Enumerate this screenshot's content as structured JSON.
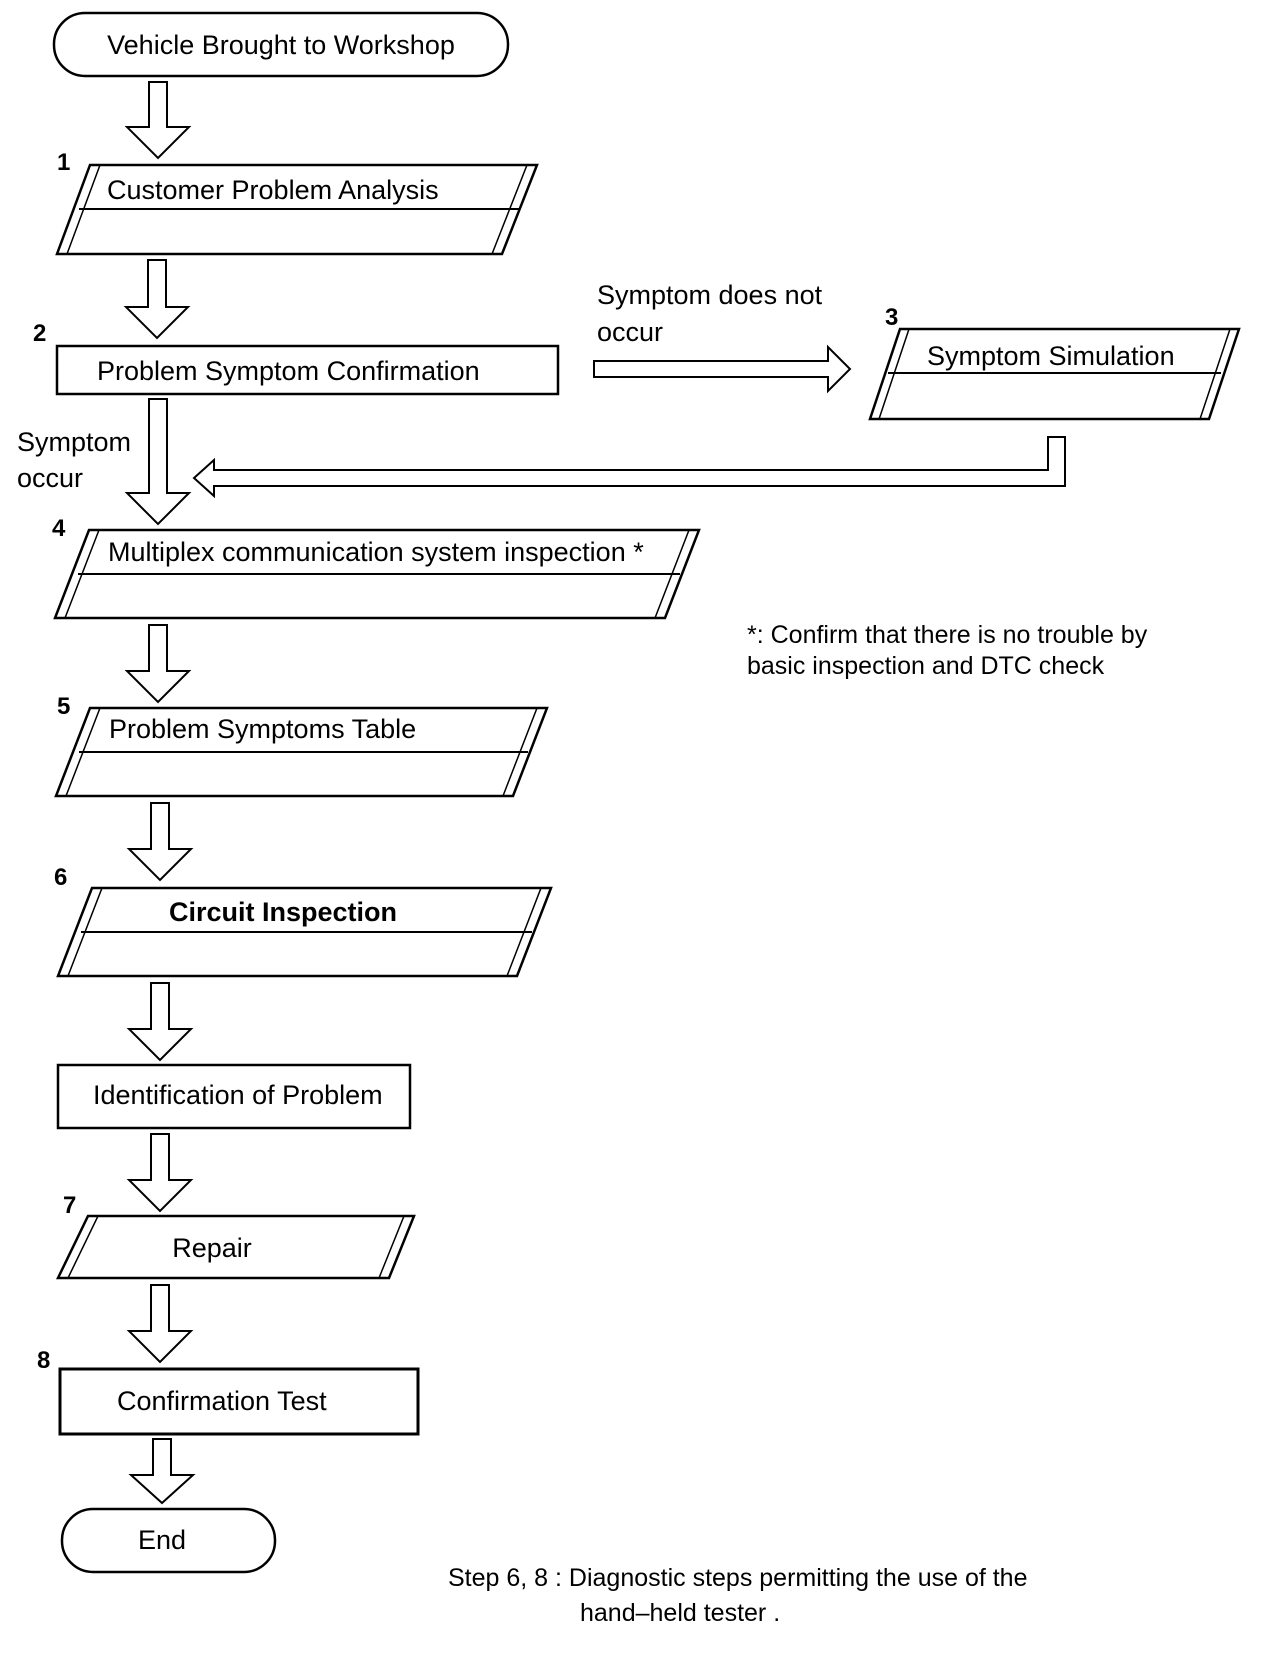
{
  "colors": {
    "stroke": "#000000",
    "background": "#ffffff"
  },
  "steps": {
    "start": "Vehicle Brought to Workshop",
    "s1": {
      "num": "1",
      "label": "Customer Problem Analysis"
    },
    "s2": {
      "num": "2",
      "label": "Problem Symptom Confirmation"
    },
    "s3": {
      "num": "3",
      "label": "Symptom Simulation"
    },
    "s4": {
      "num": "4",
      "label": "Multiplex communication system inspection *"
    },
    "s5": {
      "num": "5",
      "label": "Problem Symptoms Table"
    },
    "s6": {
      "num": "6",
      "label": "Circuit Inspection"
    },
    "identify": "Identification of Problem",
    "s7": {
      "num": "7",
      "label": "Repair"
    },
    "s8": {
      "num": "8",
      "label": "Confirmation Test"
    },
    "end": "End"
  },
  "branches": {
    "not_occur_line1": "Symptom does not",
    "not_occur_line2": "occur",
    "occur_line1": "Symptom",
    "occur_line2": "occur"
  },
  "notes": {
    "asterisk_line1": "*: Confirm that there is no trouble by",
    "asterisk_line2": "basic inspection and DTC check",
    "steps_line1": "Step 6, 8 : Diagnostic steps permitting the use of the",
    "steps_line2": "hand–held tester ."
  }
}
